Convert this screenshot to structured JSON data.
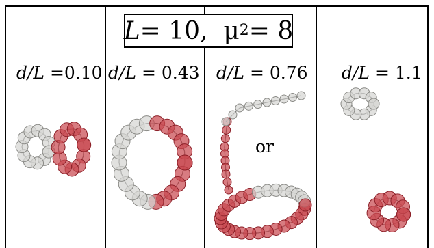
{
  "title": {
    "symbol_L": "L",
    "eq_L": " = 10,",
    "symbol_mu": "μ",
    "exponent": "2",
    "eq_mu": " = 8"
  },
  "columns": [
    {
      "ratio_symbol": "d/L",
      "ratio_value": " =0.10"
    },
    {
      "ratio_symbol": "d/L",
      "ratio_value": " = 0.43"
    },
    {
      "ratio_symbol": "d/L",
      "ratio_value": " = 0.76"
    },
    {
      "ratio_symbol": "d/L",
      "ratio_value": " = 1.1"
    }
  ],
  "alternative_label": "or",
  "colors": {
    "grey_bead_fill": "#d6d6d3",
    "grey_bead_edge": "#8a8a86",
    "red_bead_fill": "#c94a50",
    "red_bead_edge": "#8c1f27",
    "line": "#000000"
  }
}
